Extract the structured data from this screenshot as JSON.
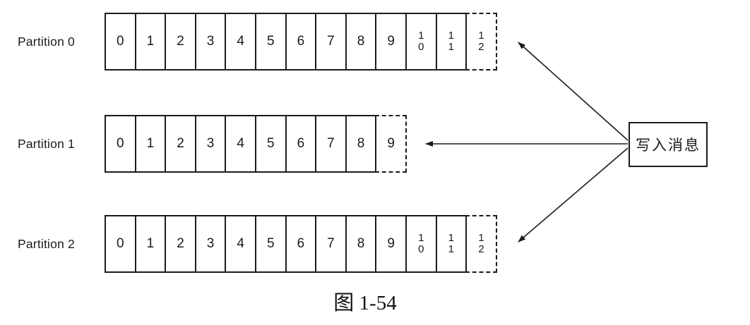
{
  "figure": {
    "caption": "图 1-54"
  },
  "write_box": {
    "label": "写入消息"
  },
  "partitions": [
    {
      "label": "Partition 0",
      "cells": [
        "0",
        "1",
        "2",
        "3",
        "4",
        "5",
        "6",
        "7",
        "8",
        "9",
        "10",
        "11"
      ],
      "next_cell": "12"
    },
    {
      "label": "Partition 1",
      "cells": [
        "0",
        "1",
        "2",
        "3",
        "4",
        "5",
        "6",
        "7",
        "8"
      ],
      "next_cell": "9"
    },
    {
      "label": "Partition 2",
      "cells": [
        "0",
        "1",
        "2",
        "3",
        "4",
        "5",
        "6",
        "7",
        "8",
        "9",
        "10",
        "11"
      ],
      "next_cell": "12"
    }
  ],
  "colors": {
    "ink": "#1b1b1b",
    "background": "#ffffff"
  }
}
